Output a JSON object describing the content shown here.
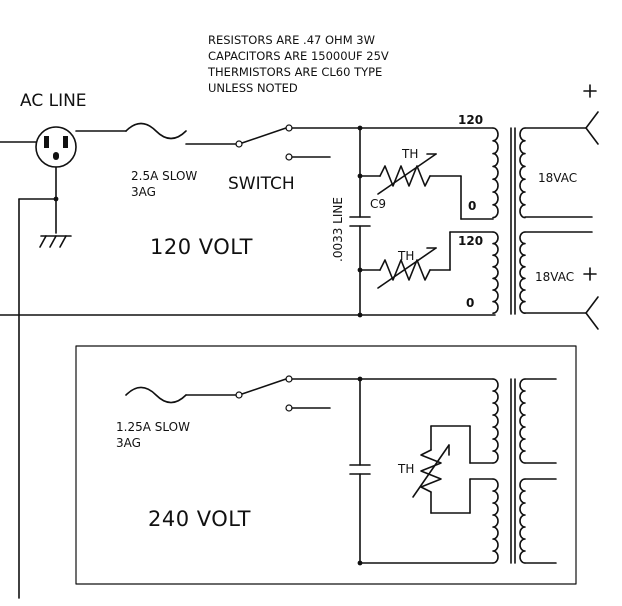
{
  "notes": {
    "line1": "RESISTORS ARE .47 OHM 3W",
    "line2": "CAPACITORS ARE 15000UF 25V",
    "line3": "THERMISTORS ARE CL60 TYPE",
    "line4": "UNLESS NOTED"
  },
  "labels": {
    "ac_line": "AC LINE",
    "fuse_top_rating": "2.5A SLOW",
    "fuse_top_type": "3AG",
    "switch_label": "SWITCH",
    "cap_value": ".0033 LINE",
    "cap_ref": "C9",
    "th_top": "TH",
    "th_mid": "TH",
    "th_bottom": "TH",
    "volt_120": "120 VOLT",
    "tap_120_top": "120",
    "tap_0_top": "0",
    "tap_120_bottom": "120",
    "tap_0_bottom": "0",
    "sec_top": "18VAC",
    "sec_bottom": "18VAC",
    "fuse_bottom_rating": "1.25A SLOW",
    "fuse_bottom_type": "3AG",
    "volt_240": "240 VOLT"
  },
  "colors": {
    "ink": "#111111",
    "background": "#ffffff"
  }
}
